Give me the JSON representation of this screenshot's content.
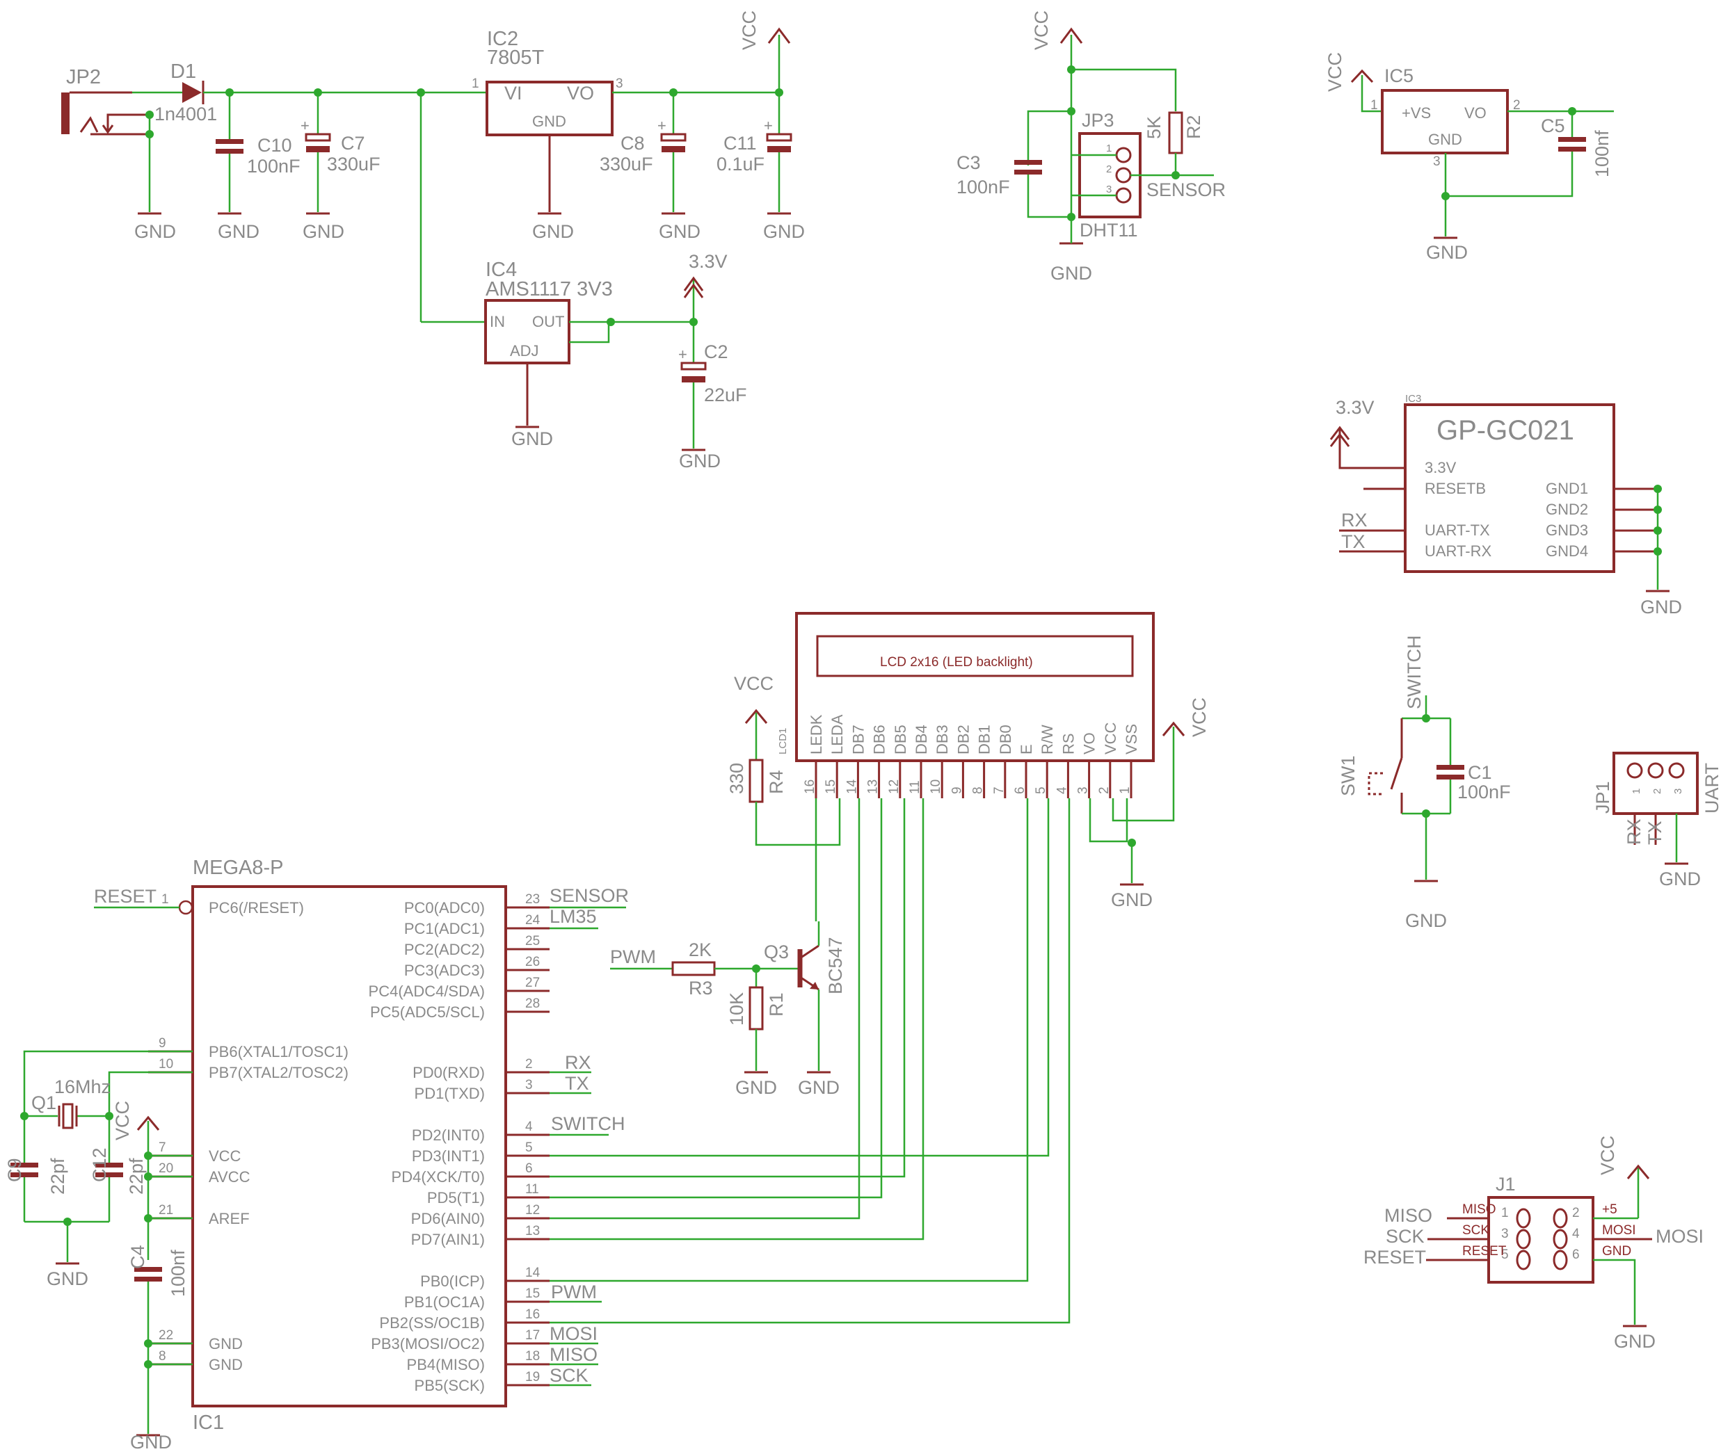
{
  "labels": {
    "JP2": "JP2",
    "D1": "D1",
    "d1_val": "1n4001",
    "IC2": "IC2",
    "ic2_val": "7805T",
    "VI": "VI",
    "VO": "VO",
    "GND": "GND",
    "C10": "C10",
    "c10_val": "100nF",
    "C7": "C7",
    "c7_val": "330uF",
    "C8": "C8",
    "c8_val": "330uF",
    "C11": "C11",
    "c11_val": "0.1uF",
    "VCC": "VCC",
    "IC4": "IC4",
    "ic4_val": "AMS1117 3V3",
    "IN": "IN",
    "OUT": "OUT",
    "ADJ": "ADJ",
    "V33": "3.3V",
    "C2": "C2",
    "c2_val": "22uF",
    "JP3": "JP3",
    "DHT11": "DHT11",
    "C3": "C3",
    "c3_val": "100nF",
    "R2": "R2",
    "r2_val": "5K",
    "SENSOR": "SENSOR",
    "IC5": "IC5",
    "VS": "+VS",
    "C5": "C5",
    "c5_val": "100nf",
    "IC3": "IC3",
    "GPGC": "GP-GC021",
    "RESETB": "RESETB",
    "UARTTX": "UART-TX",
    "UARTRX": "UART-RX",
    "GND1": "GND1",
    "GND2": "GND2",
    "GND3": "GND3",
    "GND4": "GND4",
    "RX": "RX",
    "TX": "TX",
    "LCD1": "LCD1",
    "lcd_title": "LCD 2x16 (LED backlight)",
    "R4": "R4",
    "r4_val": "330",
    "SWITCH": "SWITCH",
    "SW1": "SW1",
    "C1": "C1",
    "c1_val": "100nF",
    "JP1": "JP1",
    "UART": "UART",
    "MEGA": "MEGA8-P",
    "IC1": "IC1",
    "RESET": "RESET",
    "LM35": "LM35",
    "PWM": "PWM",
    "MOSI": "MOSI",
    "MISO": "MISO",
    "SCK": "SCK",
    "R3": "R3",
    "r3_val": "2K",
    "R1": "R1",
    "r1_val": "10K",
    "Q3": "Q3",
    "q3_val": "BC547",
    "Q1": "Q1",
    "q1_val": "16Mhz",
    "C9": "C9",
    "c9_val": "22pf",
    "C12": "C12",
    "c12_val": "22pf",
    "C4": "C4",
    "c4_val": "100nf",
    "J1": "J1",
    "p5v": "+5",
    "j1_mosi": "MOSI",
    "j1_miso": "MISO",
    "j1_sck": "SCK",
    "j1_reset": "RESET",
    "j1_gnd": "GND"
  },
  "lcd_pins": [
    {
      "name": "LEDK",
      "num": "16"
    },
    {
      "name": "LEDA",
      "num": "15"
    },
    {
      "name": "DB7",
      "num": "14"
    },
    {
      "name": "DB6",
      "num": "13"
    },
    {
      "name": "DB5",
      "num": "12"
    },
    {
      "name": "DB4",
      "num": "11"
    },
    {
      "name": "DB3",
      "num": "10"
    },
    {
      "name": "DB2",
      "num": "9"
    },
    {
      "name": "DB1",
      "num": "8"
    },
    {
      "name": "DB0",
      "num": "7"
    },
    {
      "name": "E",
      "num": "6"
    },
    {
      "name": "R/W",
      "num": "5"
    },
    {
      "name": "RS",
      "num": "4"
    },
    {
      "name": "VO",
      "num": "3"
    },
    {
      "name": "VCC",
      "num": "2"
    },
    {
      "name": "VSS",
      "num": "1"
    }
  ],
  "mega_left": [
    {
      "name": "PC6(/RESET)",
      "num": "1"
    },
    {
      "name": "PB6(XTAL1/TOSC1)",
      "num": "9"
    },
    {
      "name": "PB7(XTAL2/TOSC2)",
      "num": "10"
    },
    {
      "name": "VCC",
      "num": "7"
    },
    {
      "name": "AVCC",
      "num": "20"
    },
    {
      "name": "AREF",
      "num": "21"
    },
    {
      "name": "GND",
      "num": "22"
    },
    {
      "name": "GND",
      "num": "8"
    }
  ],
  "mega_right": [
    {
      "name": "PC0(ADC0)",
      "num": "23"
    },
    {
      "name": "PC1(ADC1)",
      "num": "24"
    },
    {
      "name": "PC2(ADC2)",
      "num": "25"
    },
    {
      "name": "PC3(ADC3)",
      "num": "26"
    },
    {
      "name": "PC4(ADC4/SDA)",
      "num": "27"
    },
    {
      "name": "PC5(ADC5/SCL)",
      "num": "28"
    },
    {
      "name": "PD0(RXD)",
      "num": "2"
    },
    {
      "name": "PD1(TXD)",
      "num": "3"
    },
    {
      "name": "PD2(INT0)",
      "num": "4"
    },
    {
      "name": "PD3(INT1)",
      "num": "5"
    },
    {
      "name": "PD4(XCK/T0)",
      "num": "6"
    },
    {
      "name": "PD5(T1)",
      "num": "11"
    },
    {
      "name": "PD6(AIN0)",
      "num": "12"
    },
    {
      "name": "PD7(AIN1)",
      "num": "13"
    },
    {
      "name": "PB0(ICP)",
      "num": "14"
    },
    {
      "name": "PB1(OC1A)",
      "num": "15"
    },
    {
      "name": "PB2(SS/OC1B)",
      "num": "16"
    },
    {
      "name": "PB3(MOSI/OC2)",
      "num": "17"
    },
    {
      "name": "PB4(MISO)",
      "num": "18"
    },
    {
      "name": "PB5(SCK)",
      "num": "19"
    }
  ],
  "small_pins": {
    "one": "1",
    "two": "2",
    "three": "3"
  },
  "colors": {
    "symbol": "#8b2a2a",
    "wire": "#2ea82e",
    "text": "#8a8a8a"
  }
}
